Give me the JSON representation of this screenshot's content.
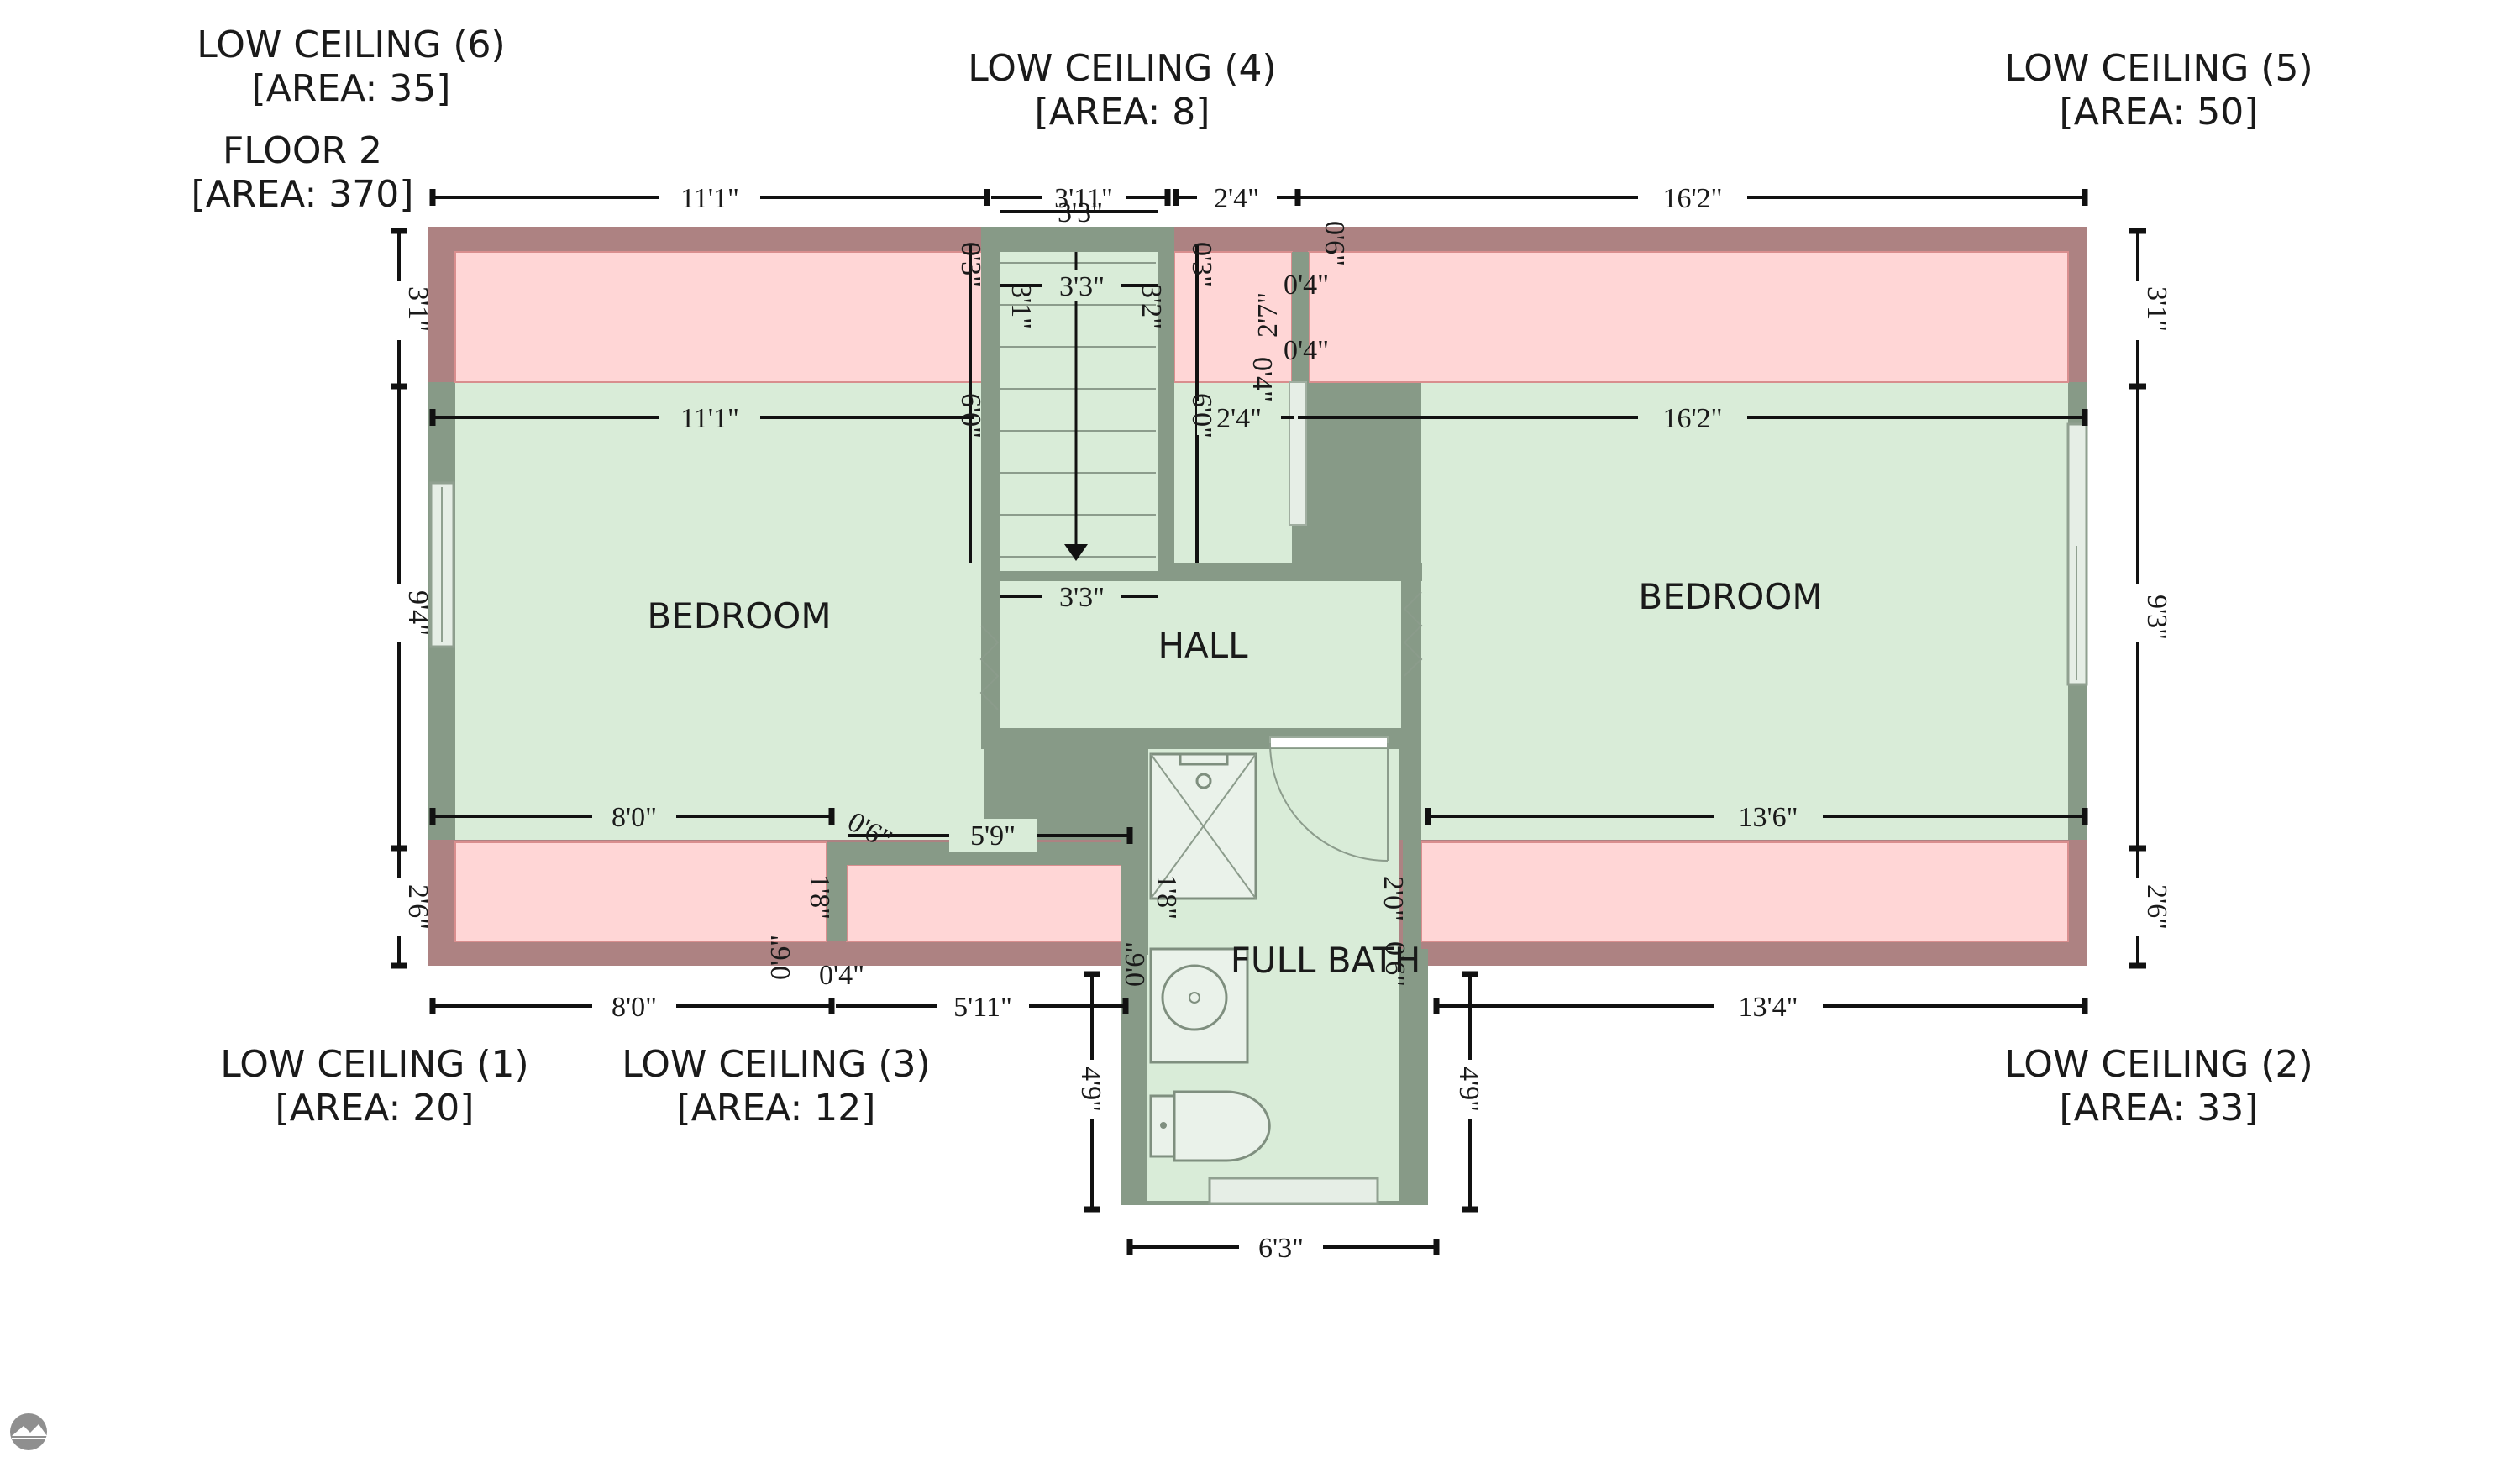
{
  "floor": {
    "name": "FLOOR 2",
    "area": "[AREA: 370]"
  },
  "low_ceilings": [
    {
      "name": "LOW CEILING (1)",
      "area": "[AREA: 20]"
    },
    {
      "name": "LOW CEILING (2)",
      "area": "[AREA: 33]"
    },
    {
      "name": "LOW CEILING (3)",
      "area": "[AREA: 12]"
    },
    {
      "name": "LOW CEILING (4)",
      "area": "[AREA: 8]"
    },
    {
      "name": "LOW CEILING (5)",
      "area": "[AREA: 50]"
    },
    {
      "name": "LOW CEILING (6)",
      "area": "[AREA: 35]"
    }
  ],
  "rooms": {
    "bedroom_left": "BEDROOM",
    "bedroom_right": "BEDROOM",
    "hall": "HALL",
    "full_bath": "FULL BATH"
  },
  "dimensions": {
    "top_11_1": "11'1\"",
    "top_3_11": "3'11\"",
    "top_2_4": "2'4\"",
    "top_16_2": "16'2\"",
    "stair_3_3_top": "3'3\"",
    "stair_3_3_inner": "3'3\"",
    "stair_3_3_bottom": "3'3\"",
    "stair_3_1": "3'1\"",
    "stair_3_2": "3'2\"",
    "mid_11_1": "11'1\"",
    "mid_2_4": "2'4\"",
    "mid_16_2": "16'2\"",
    "left_3_1": "3'1\"",
    "left_9_4": "9'4\"",
    "left_2_6": "2'6\"",
    "right_3_1": "3'1\"",
    "right_9_3": "9'3\"",
    "right_2_6": "2'6\"",
    "v_0_3_a": "0'3\"",
    "v_0_3_b": "0'3\"",
    "v_6_0_a": "6'0\"",
    "v_6_0_b": "6'0\"",
    "v_0_6_top": "0'6\"",
    "v_2_7": "2'7\"",
    "v_0_4_a": "0'4\"",
    "v_0_4_b": "0'4\"",
    "v_0_4_c": "0'4\"",
    "low_8_0": "8'0\"",
    "low_5_9": "5'9\"",
    "low_0_6_diag": "0'6\"",
    "low_13_6": "13'6\"",
    "low_1_8_a": "1'8\"",
    "low_1_8_b": "1'8\"",
    "low_0_6_b": "0'6\"",
    "low_0_4": "0'4\"",
    "low_2_0": "2'0\"",
    "low_0_6_c": "0'6\"",
    "low_0_6_d": "0'6\"",
    "bot_8_0": "8'0\"",
    "bot_5_11": "5'11\"",
    "bot_13_4": "13'4\"",
    "bath_4_9_left": "4'9\"",
    "bath_4_9_right": "4'9\"",
    "bath_6_3": "6'3\""
  },
  "colors": {
    "wall": "#879a87",
    "low_ceiling_wall": "#ad8282",
    "floor": "#d9ecd8",
    "low_ceiling_fill": "#ffd6d6"
  },
  "logo_icon": "watermark-logo-icon"
}
